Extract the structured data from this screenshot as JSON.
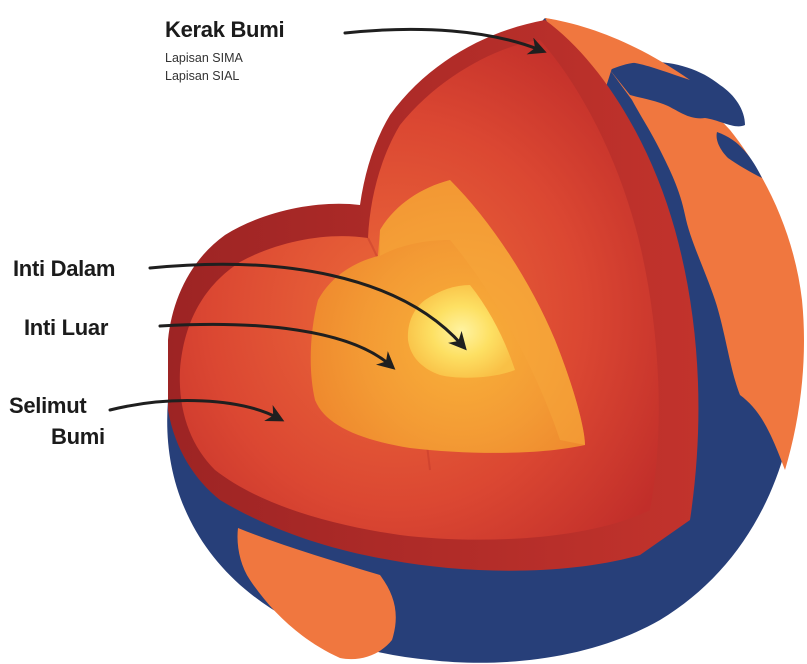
{
  "labels": {
    "kerak_bumi": "Kerak Bumi",
    "lapisan_sima": "Lapisan SIMA",
    "lapisan_sial": "Lapisan SIAL",
    "inti_dalam": "Inti Dalam",
    "inti_luar": "Inti Luar",
    "selimut_line1": "Selimut",
    "selimut_line2": "Bumi"
  },
  "colors": {
    "ocean": "#273f79",
    "land": "#f0773f",
    "crust_edge": "#b32a28",
    "mantle": "#d2392d",
    "outer_core": "#f08a2c",
    "inner_core": "#fde063",
    "arrow": "#1f1f1f"
  }
}
